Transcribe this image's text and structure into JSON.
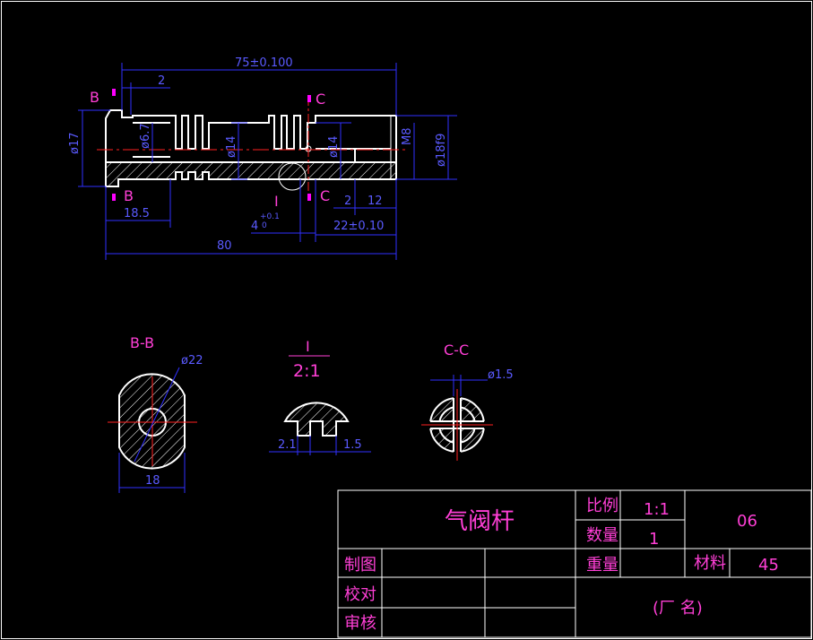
{
  "colors": {
    "background": "#000000",
    "outline": "#ffffff",
    "dimension": "#3030ff",
    "centerline": "#ff2020",
    "label": "#ff3fd6",
    "section_marker": "#ff00ff"
  },
  "main_view": {
    "dims": {
      "overall_top": "75±0.100",
      "top_left_offset": "2",
      "dia_left": "ø17",
      "dia_inner1": "ø6.7",
      "dia_mid": "ø14",
      "dia_mid2": "ø14",
      "thread": "M8",
      "dia_right": "ø18f9",
      "left_bottom": "18.5",
      "groove": "4",
      "groove_tol": "+0.1",
      "groove_tol2": "0",
      "right_small": "2",
      "right_12": "12",
      "right_22": "22±0.10",
      "overall_bottom": "80"
    },
    "labels": {
      "b_top": "B",
      "b_bottom": "B",
      "c_top": "C",
      "c_bottom": "C",
      "detail_i": "I"
    }
  },
  "section_bb": {
    "title": "B-B",
    "dia": "ø22",
    "width": "18"
  },
  "detail_view": {
    "title": "I",
    "scale": "2:1",
    "dim_left": "2.1",
    "dim_right": "1.5"
  },
  "section_cc": {
    "title": "C-C",
    "dia": "ø1.5"
  },
  "title_block": {
    "part_name": "气阀杆",
    "scale_label": "比例",
    "scale_value": "1:1",
    "qty_label": "数量",
    "qty_value": "1",
    "drawing_no": "06",
    "weight_label": "重量",
    "material_label": "材料",
    "material_value": "45",
    "drawn_label": "制图",
    "checked_label": "校对",
    "approved_label": "审核",
    "factory": "(厂    名)"
  }
}
